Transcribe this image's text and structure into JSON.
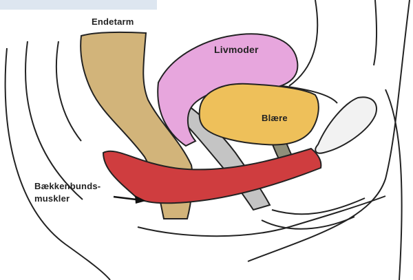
{
  "labels": {
    "rectum": "Endetarm",
    "uterus": "Livmoder",
    "bladder": "Blære",
    "pelvic_floor_line1": "Bækkenbunds-",
    "pelvic_floor_line2": "muskler"
  },
  "colors": {
    "rectum": "#d2b47a",
    "uterus": "#e7a6dd",
    "bladder": "#eec05a",
    "pelvic_floor": "#cf3d3f",
    "vagina": "#c4c4c4",
    "outline": "#222222",
    "corner_band": "#dde6f0"
  }
}
